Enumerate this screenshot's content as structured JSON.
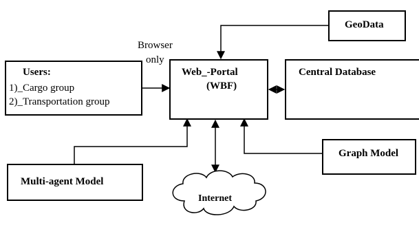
{
  "users": {
    "title": "Users:",
    "line1": "1)_Cargo group",
    "line2": "2)_Transportation group"
  },
  "browser_label": {
    "line1": "Browser",
    "line2": "only"
  },
  "portal": {
    "line1": "Web_-Portal",
    "line2": "(WBF)"
  },
  "geodata": "GeoData",
  "central_db": "Central Database",
  "graph_model": "Graph Model",
  "multiagent_model": "Multi-agent Model",
  "internet": "Internet"
}
